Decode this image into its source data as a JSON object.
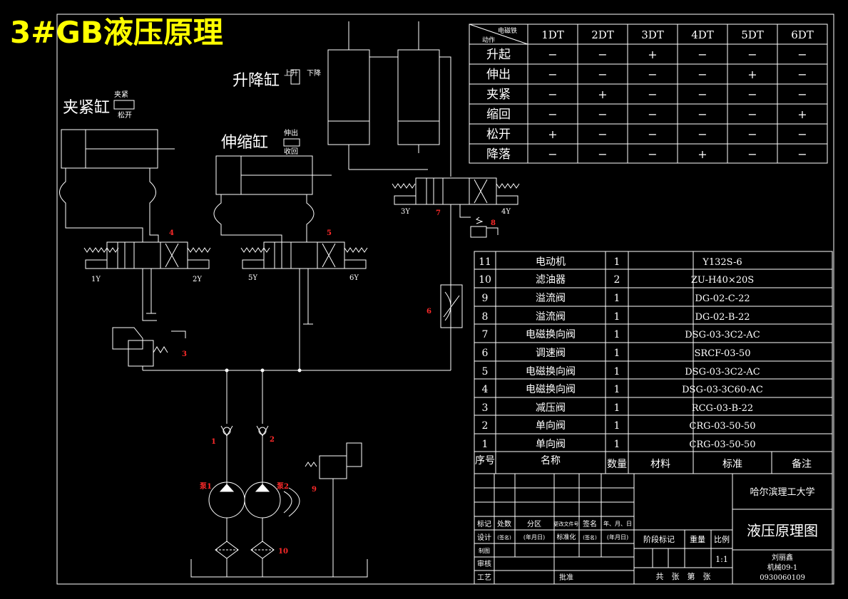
{
  "title": "3#GB液压原理",
  "labels": {
    "clamp_cyl": "夹紧缸",
    "clamp_tag": "夹紧",
    "release_tag": "松开",
    "lift_cyl": "升降缸",
    "lift_up": "上升",
    "lift_down": "下降",
    "ext_cyl": "伸缩缸",
    "ext_out": "伸出",
    "ext_back": "收回",
    "y1": "1Y",
    "y2": "2Y",
    "y3": "3Y",
    "y4": "4Y",
    "y5": "5Y",
    "y6": "6Y",
    "pump1": "泵1",
    "pump2": "泵2"
  },
  "red_numbers": {
    "n1": "1",
    "n2": "2",
    "n3": "3",
    "n4": "4",
    "n5": "5",
    "n6": "6",
    "n7": "7",
    "n8": "8",
    "n9": "9",
    "n10": "10"
  },
  "action_table": {
    "corner_top": "电磁铁",
    "corner_bottom": "动作",
    "headers": [
      "1DT",
      "2DT",
      "3DT",
      "4DT",
      "5DT",
      "6DT"
    ],
    "rows": [
      {
        "action": "升起",
        "states": [
          "−",
          "−",
          "+",
          "−",
          "−",
          "−"
        ]
      },
      {
        "action": "伸出",
        "states": [
          "−",
          "−",
          "−",
          "−",
          "+",
          "−"
        ]
      },
      {
        "action": "夹紧",
        "states": [
          "−",
          "+",
          "−",
          "−",
          "−",
          "−"
        ]
      },
      {
        "action": "缩回",
        "states": [
          "−",
          "−",
          "−",
          "−",
          "−",
          "+"
        ]
      },
      {
        "action": "松开",
        "states": [
          "+",
          "−",
          "−",
          "−",
          "−",
          "−"
        ]
      },
      {
        "action": "降落",
        "states": [
          "−",
          "−",
          "−",
          "+",
          "−",
          "−"
        ]
      }
    ]
  },
  "parts_table": {
    "rows": [
      {
        "no": "11",
        "name": "电动机",
        "qty": "1",
        "material": "",
        "standard": "Y132S-6",
        "note": ""
      },
      {
        "no": "10",
        "name": "滤油器",
        "qty": "2",
        "material": "",
        "standard": "ZU-H40×20S",
        "note": ""
      },
      {
        "no": "9",
        "name": "溢流阀",
        "qty": "1",
        "material": "",
        "standard": "DG-02-C-22",
        "note": ""
      },
      {
        "no": "8",
        "name": "溢流阀",
        "qty": "1",
        "material": "",
        "standard": "DG-02-B-22",
        "note": ""
      },
      {
        "no": "7",
        "name": "电磁换向阀",
        "qty": "1",
        "material": "",
        "standard": "DSG-03-3C2-AC",
        "note": ""
      },
      {
        "no": "6",
        "name": "调速阀",
        "qty": "1",
        "material": "",
        "standard": "SRCF-03-50",
        "note": ""
      },
      {
        "no": "5",
        "name": "电磁换向阀",
        "qty": "1",
        "material": "",
        "standard": "DSG-03-3C2-AC",
        "note": ""
      },
      {
        "no": "4",
        "name": "电磁换向阀",
        "qty": "1",
        "material": "",
        "standard": "DSG-03-3C60-AC",
        "note": ""
      },
      {
        "no": "3",
        "name": "减压阀",
        "qty": "1",
        "material": "",
        "standard": "RCG-03-B-22",
        "note": ""
      },
      {
        "no": "2",
        "name": "单向阀",
        "qty": "1",
        "material": "",
        "standard": "CRG-03-50-50",
        "note": ""
      },
      {
        "no": "1",
        "name": "单向阀",
        "qty": "1",
        "material": "",
        "standard": "CRG-03-50-50",
        "note": ""
      }
    ],
    "header": {
      "no": "序号",
      "name": "名称",
      "qty": "数量",
      "material": "材料",
      "standard": "标准",
      "note": "备注"
    }
  },
  "title_block": {
    "university": "哈尔滨理工大学",
    "drawing_name": "液压原理图",
    "mark": "标记",
    "count": "处数",
    "zone": "分区",
    "change_doc": "更改文件号",
    "sign": "签名",
    "date": "年、月、日",
    "design": "设计",
    "sign2": "(签名)",
    "date2": "(年月日)",
    "standardize": "标准化",
    "sign3": "(签名)",
    "date3": "(年月日)",
    "drafter": "制图",
    "review": "审核",
    "process": "工艺",
    "approve": "批准",
    "stage_mark": "阶段标记",
    "weight": "重量",
    "scale": "比例",
    "scale_value": "1:1",
    "sheets": "共　张　第　张",
    "author": "刘丽鑫",
    "class": "机械09-1",
    "student_id": "0930060109"
  },
  "colors": {
    "title": "#ffff00",
    "line": "#ffffff",
    "number": "#ff2a2a",
    "bg": "#000000"
  }
}
